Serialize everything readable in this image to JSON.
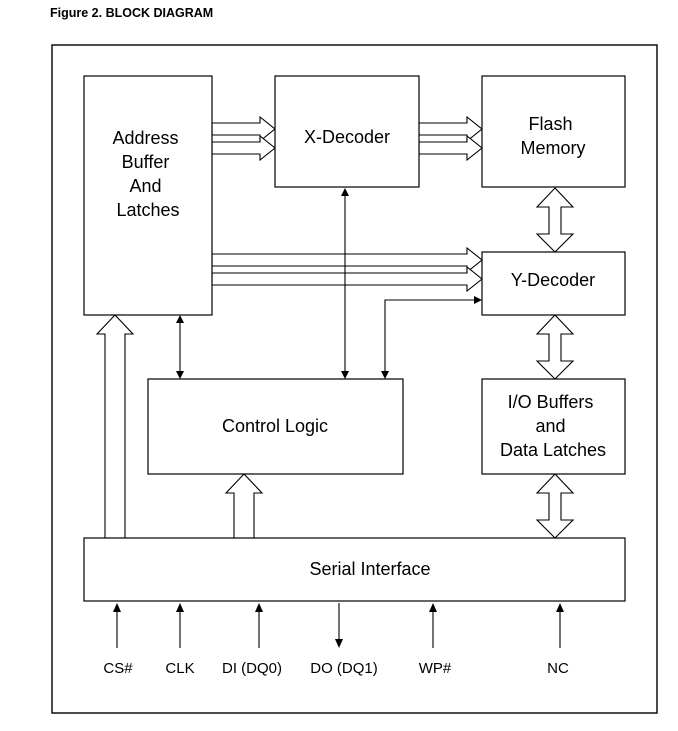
{
  "caption": "Figure 2.  BLOCK DIAGRAM",
  "blocks": {
    "address_buffer": [
      "Address",
      "Buffer",
      "And",
      "Latches"
    ],
    "x_decoder": [
      "X-Decoder"
    ],
    "flash_memory": [
      "Flash",
      "Memory"
    ],
    "y_decoder": [
      "Y-Decoder"
    ],
    "control_logic": [
      "Control Logic"
    ],
    "io_buffers": [
      "I/O Buffers",
      "and",
      "Data Latches"
    ],
    "serial_interface": [
      "Serial Interface"
    ]
  },
  "pins": [
    "CS#",
    "CLK",
    "DI (DQ0)",
    "DO (DQ1)",
    "WP#",
    "NC"
  ]
}
